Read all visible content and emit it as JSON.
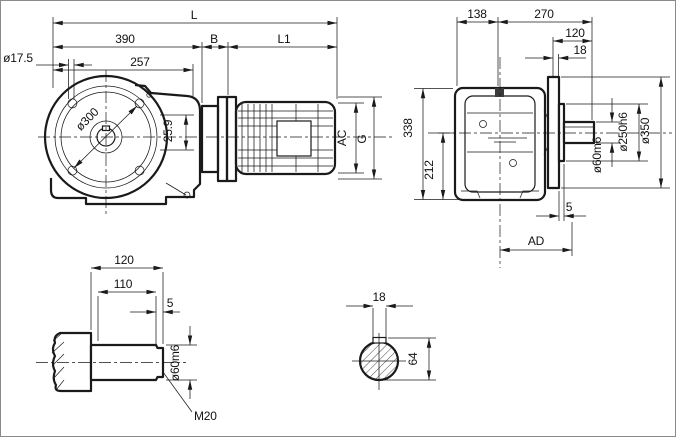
{
  "colors": {
    "line": "#1a1a1a",
    "background": "#ffffff"
  },
  "front_view": {
    "L": "L",
    "len390": "390",
    "B": "B",
    "L1": "L1",
    "bolt_hole_dia": "ø17.5",
    "len257": "257",
    "flange_dia": "ø300",
    "axis_offset": "25.9",
    "AC": "AC",
    "G": "G"
  },
  "side_view": {
    "len138": "138",
    "len270": "270",
    "len120": "120",
    "key18": "18",
    "height338": "338",
    "height212": "212",
    "shaft_dia": "ø60m6",
    "spigot_dia": "ø250h6",
    "flange_dia": "ø350",
    "gap5": "5",
    "AD": "AD"
  },
  "shaft_detail": {
    "len120": "120",
    "len110": "110",
    "step5": "5",
    "shaft_dia": "ø60m6",
    "thread": "M20"
  },
  "shaft_section": {
    "key_width": "18",
    "key_height": "64"
  }
}
